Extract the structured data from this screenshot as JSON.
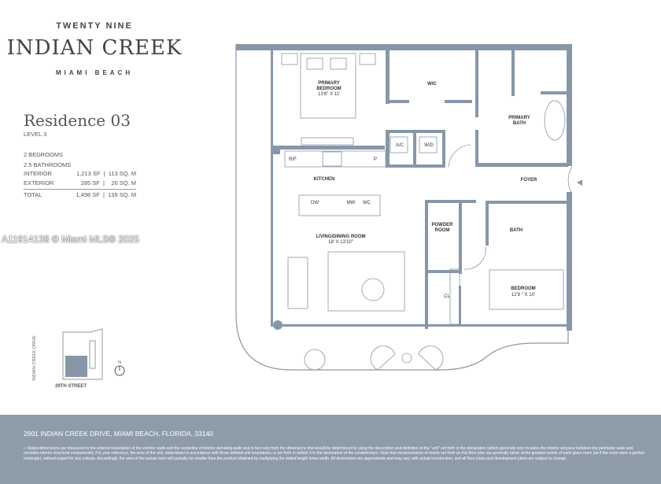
{
  "brand": {
    "top": "TWENTY NINE",
    "main": "INDIAN CREEK",
    "sub": "MIAMI BEACH"
  },
  "residence": {
    "title": "Residence 03",
    "level": "LEVEL 3",
    "bedrooms": "2 BEDROOMS",
    "bathrooms": "2.5 BATHROOMS",
    "rows": [
      {
        "label": "INTERIOR",
        "value": "1,213 SF  |  113 SQ. M"
      },
      {
        "label": "EXTERIOR",
        "value": "285 SF  |    26 SQ. M"
      },
      {
        "label": "TOTAL",
        "value": "1,498 SF  |  139 SQ. M"
      }
    ]
  },
  "watermark": "A11914138 © Miami MLS® 2025",
  "keyplan": {
    "street_side": "INDIAN CREEK DRIVE",
    "street_bottom": "29TH STREET",
    "north": "N"
  },
  "rooms": {
    "primary_bedroom": "PRIMARY",
    "primary_bedroom2": "BEDROOM",
    "primary_bedroom_dim": "13'6\" X 11'",
    "wic": "WIC",
    "primary_bath": "PRIMARY",
    "primary_bath2": "BATH",
    "ac": "A/C",
    "wd": "W/D",
    "rf": "R/F",
    "p": "P",
    "kitchen": "KITCHEN",
    "foyer": "FOYER",
    "dw": "DW",
    "mw": "MW",
    "wc": "WC",
    "living": "LIVING/DINING ROOM",
    "living_dim": "18' X 13'10\"",
    "powder": "POWDER",
    "powder2": "ROOM",
    "bath": "BATH",
    "cl": "CL",
    "bedroom": "BEDROOM",
    "bedroom_dim": "12'8 \" X 10'"
  },
  "colors": {
    "wall": "#8797a8",
    "footer": "#8e9caa"
  },
  "footer": {
    "address": "2901 INDIAN CREEK DRIVE, MIAMI BEACH, FLORIDA, 33140",
    "disclaimer": "Stated dimensions are measured to the exterior boundaries of the exterior walls and the centerline of interior demising walls and in fact vary from the dimensions that would be determined by using the description and definition of the \"unit\" set forth in the declaration (which generally only includes the interior airspace between the perimeter walls and excludes interior structural components). For your reference, the area of the unit, determined in accordance with those defined unit boundaries, is set forth in exhibit 3 to the declaration of the condominium. Note that measurements of rooms set forth on this floor plan are generally taken at the greatest points of each given room (as if the room were a perfect rectangle), without regard for any cutouts. Accordingly, the area of the actual room will typically be smaller than the product obtained by multiplying the stated length times width. All dimensions are approximate and may vary with actual construction, and all floor plans and development plans are subject to change."
  }
}
